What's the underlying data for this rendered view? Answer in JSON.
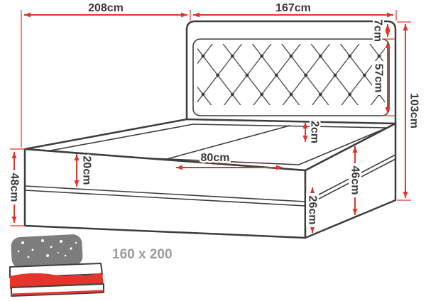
{
  "diagram": {
    "kind": "bed-dimension-diagram",
    "dims": {
      "length": "208cm",
      "width": "167cm",
      "headboard_top": "7cm",
      "headboard_panel": "57cm",
      "total_height": "103cm",
      "foot_height": "48cm",
      "mattress_height": "20cm",
      "half_width": "80cm",
      "top_edge": "2cm",
      "side_height": "46cm",
      "base_height": "26cm"
    },
    "size_caption": "160 x 200",
    "colors": {
      "dimension_red": "#e5352a",
      "outline": "#3d3d3d",
      "label_text": "#3a3a3a",
      "caption_gray": "#9b9b9b",
      "icon_gray": "#7d7d7d"
    }
  }
}
